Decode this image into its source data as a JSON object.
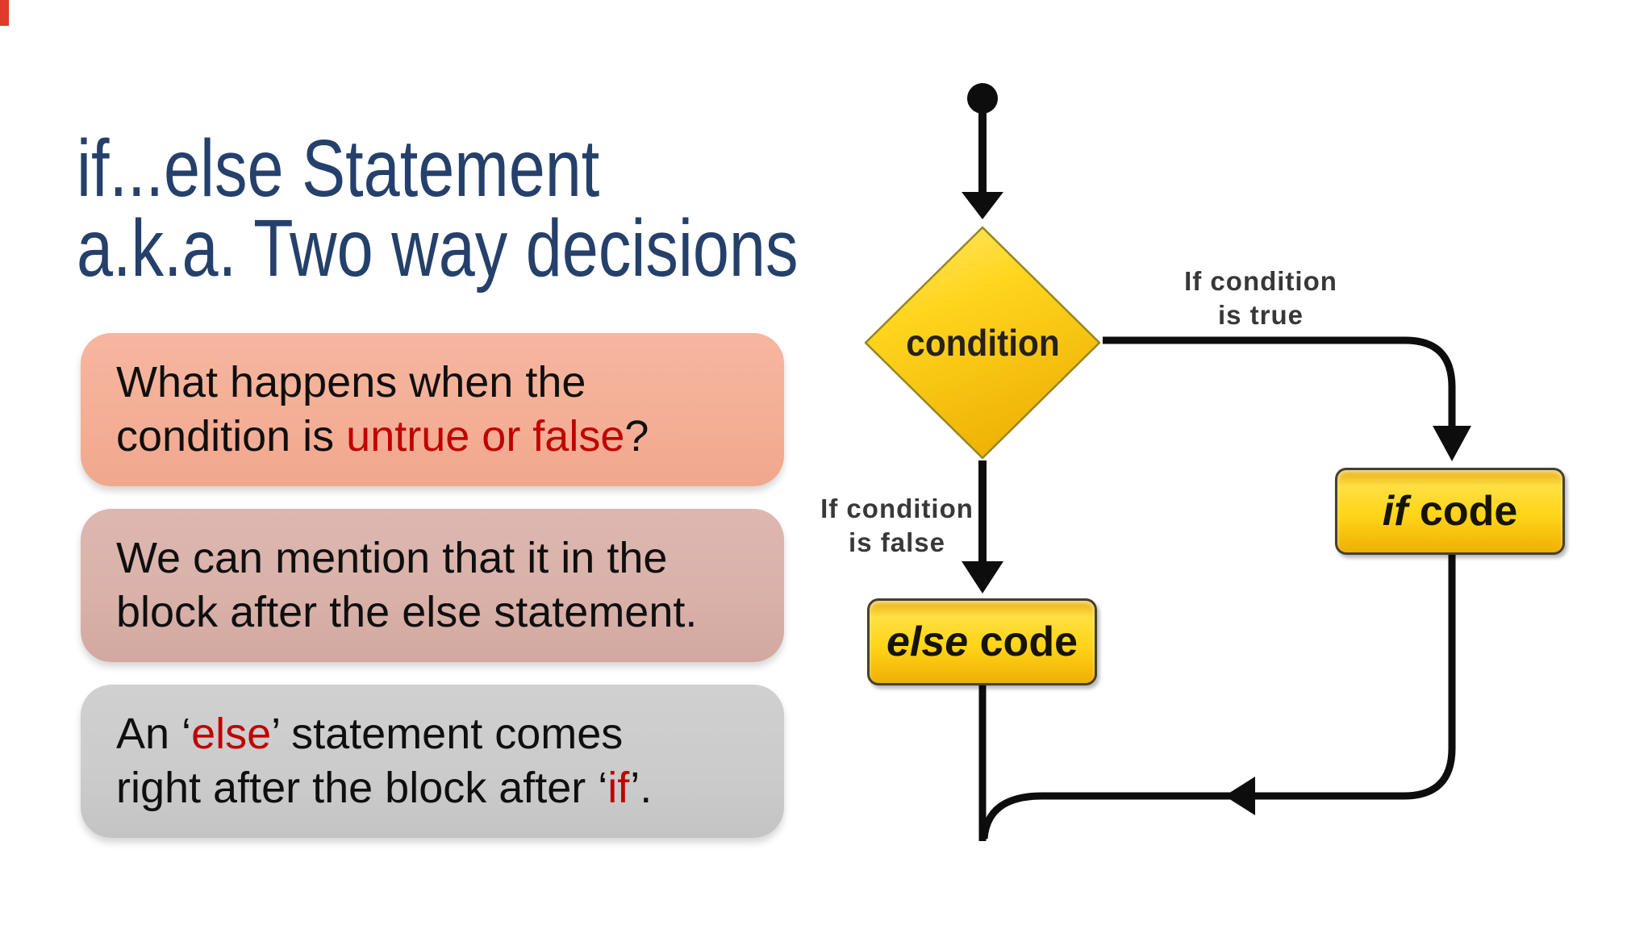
{
  "slide": {
    "title_line1": "if...else Statement",
    "title_line2": "a.k.a. Two way decisions",
    "title_color": "#24406B",
    "background_color": "#FFFFFF",
    "accent_red": "#C00000"
  },
  "cards": [
    {
      "bg": "#F4AF97",
      "line1": [
        {
          "text": "What happens when the",
          "red": false
        }
      ],
      "line2": [
        {
          "text": "condition is ",
          "red": false
        },
        {
          "text": "untrue or false",
          "red": true
        },
        {
          "text": "?",
          "red": false
        }
      ]
    },
    {
      "bg": "#D9B1A9",
      "line1": [
        {
          "text": "We can mention that it in the",
          "red": false
        }
      ],
      "line2": [
        {
          "text": "block after the else statement.",
          "red": false
        }
      ]
    },
    {
      "bg": "#CBCBCB",
      "line1": [
        {
          "text": "An ‘",
          "red": false
        },
        {
          "text": "else",
          "red": true
        },
        {
          "text": "’ statement comes",
          "red": false
        }
      ],
      "line2": [
        {
          "text": "right after the block after ‘",
          "red": false
        },
        {
          "text": "if",
          "red": true
        },
        {
          "text": "’.",
          "red": false
        }
      ]
    }
  ],
  "flowchart": {
    "condition_label": "condition",
    "true_label_line1": "If condition",
    "true_label_line2": "is true",
    "false_label_line1": "If condition",
    "false_label_line2": "is false",
    "if_box_italic": "if",
    "if_box_rest": " code",
    "else_box_italic": "else",
    "else_box_rest": " code",
    "colors": {
      "node_yellow": "#FFD517",
      "node_yellow_light": "#FFEA6E",
      "node_yellow_deep": "#EFB407",
      "node_border": "#96861F",
      "connector": "#0D0D0D",
      "label_text": "#383838"
    }
  }
}
